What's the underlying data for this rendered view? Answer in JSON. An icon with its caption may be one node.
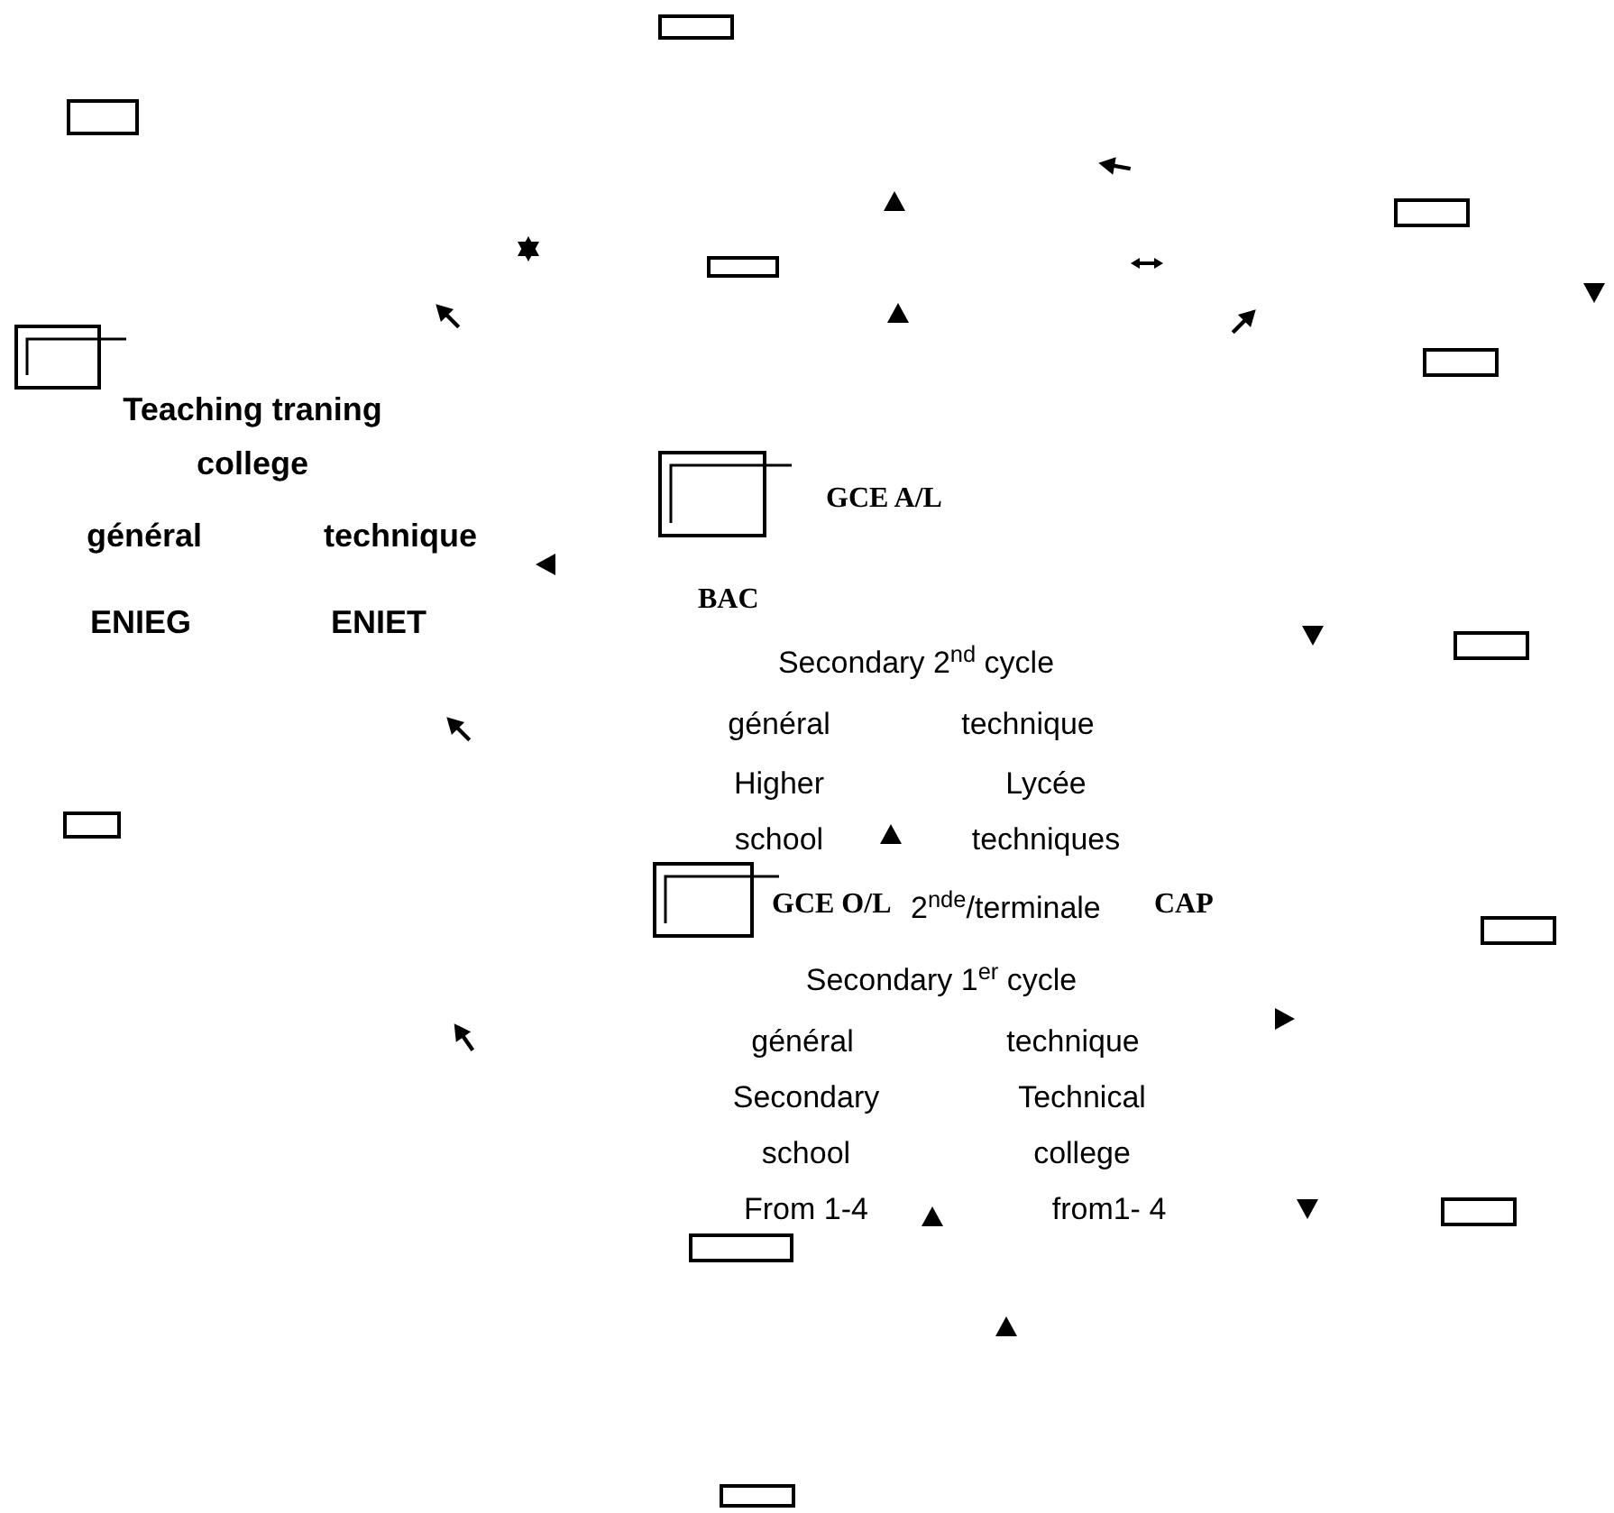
{
  "diagram": {
    "nodes": [
      {
        "text": [],
        "shape": "box"
      },
      {
        "text": [],
        "shape": "box"
      },
      {
        "text": [],
        "shape": "box"
      },
      {
        "text": [],
        "shape": "box"
      },
      {
        "text": [],
        "shape": "box"
      },
      {
        "text": [],
        "shape": "box"
      },
      {
        "text": [],
        "shape": "box"
      },
      {
        "text": [],
        "shape": "box"
      },
      {
        "text": [],
        "shape": "box"
      },
      {
        "text": [],
        "shape": "box"
      },
      {
        "text": [],
        "shape": "box"
      },
      {
        "text": [],
        "shape": "box"
      },
      {
        "text": [],
        "shape": "box"
      },
      {
        "text": [],
        "shape": "box"
      }
    ],
    "labels": [
      "Teaching traning college",
      "général",
      "technique",
      "ENIEG",
      "ENIET",
      "GCE A/L",
      "BAC",
      "Secondary 2$^{nd}$ cycle",
      "général",
      "technique",
      "Higher school",
      "Lycée techniques",
      "GCE O/L",
      "2$^{nde}$/terminale",
      "CAP",
      "Secondary 1$^{er}$ cycle",
      "général",
      "technique",
      "Secondary school",
      "Technical college",
      "From 1-4",
      "from1- 4"
    ]
  }
}
